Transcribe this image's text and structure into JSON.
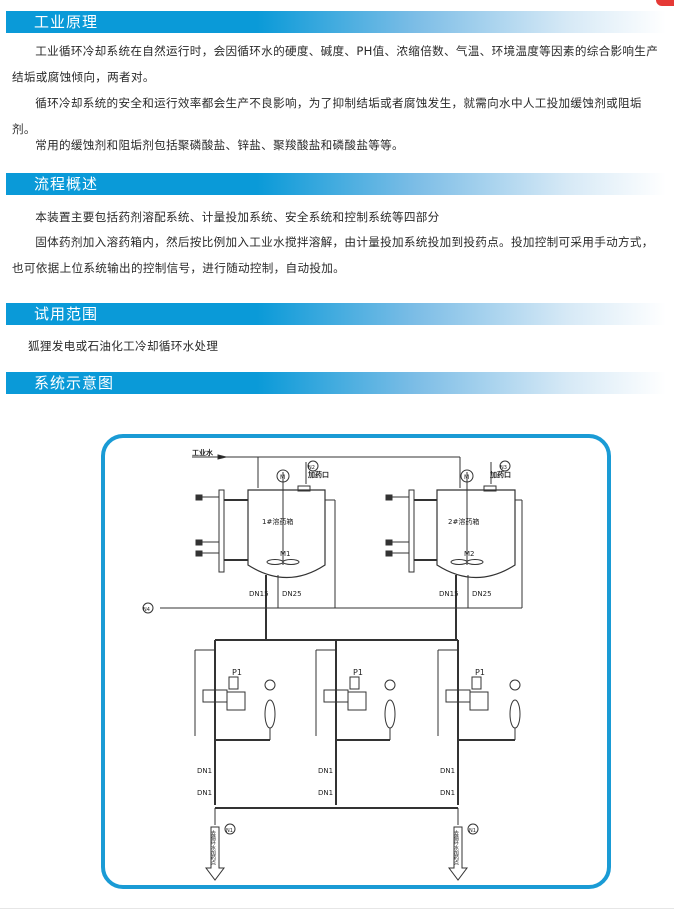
{
  "sections": [
    {
      "title": "工业原理",
      "paragraphs": [
        "工业循环冷却系统在自然运行时，会因循环水的硬度、碱度、PH值、浓缩倍数、气温、环境温度等因素的综合影响生产结垢或腐蚀倾向，两者对。",
        "循环冷却系统的安全和运行效率都会生产不良影响，为了抑制结垢或者腐蚀发生，就需向水中人工投加缓蚀剂或阻垢剂。",
        "常用的缓蚀剂和阻垢剂包括聚磷酸盐、锌盐、聚羧酸盐和磷酸盐等等。"
      ]
    },
    {
      "title": "流程概述",
      "paragraphs": [
        "本装置主要包括药剂溶配系统、计量投加系统、安全系统和控制系统等四部分",
        "固体药剂加入溶药箱内，然后按比例加入工业水搅拌溶解，由计量投加系统投加到投药点。投加控制可采用手动方式，也可依据上位系统输出的控制信号，进行随动控制，自动投加。"
      ]
    },
    {
      "title": "试用范围",
      "paragraphs": [
        "狐狸发电或石油化工冷却循环水处理"
      ]
    },
    {
      "title": "系统示意图",
      "paragraphs": []
    }
  ],
  "diagram": {
    "inlet_label": "工业水",
    "dosing_port_label": "加药口",
    "tank1_label": "1#溶药箱",
    "tank2_label": "2#溶药箱",
    "mixer1_label": "M1",
    "mixer2_label": "M2",
    "motor_label": "M",
    "n2_tag": "N2",
    "n3_tag": "N3",
    "n4_tag": "N4",
    "n1_tag": "N1",
    "dn15": "DN15",
    "dn25": "DN25",
    "dn1": "DN1",
    "pump_label": "P1",
    "outlet_label": "去循环水加药点"
  },
  "colors": {
    "header_blue": "#0a9ad8",
    "frame_blue": "#1a9bd5",
    "accent_red": "#e53935"
  }
}
